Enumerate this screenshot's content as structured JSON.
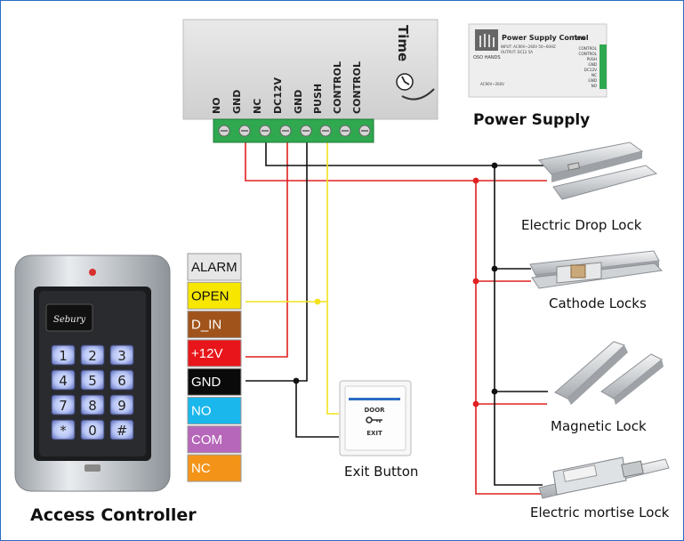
{
  "power_supply": {
    "caption": "Power Supply",
    "brand": "Time",
    "terminals": [
      "NO",
      "GND",
      "NC",
      "DC12V",
      "GND",
      "PUSH",
      "CONTROL",
      "CONTROL"
    ],
    "photo_label": "Power Supply Control",
    "photo_brand": "Time",
    "photo_maker": "OSO HANDS",
    "photo_input": "INPUT: AC90V~260V 50~60HZ",
    "photo_output": "OUTPUT: DC12 5A",
    "photo_terminals": [
      "CONTROL",
      "CONTROL",
      "PUSH",
      "GND",
      "DC12V",
      "NC",
      "GND",
      "NO"
    ],
    "photo_ac_label": "AC90V~260V"
  },
  "access_controller": {
    "caption": "Access Controller",
    "brand": "Sebury",
    "keys": [
      "1",
      "2",
      "3",
      "4",
      "5",
      "6",
      "7",
      "8",
      "9",
      "*",
      "0",
      "#"
    ]
  },
  "wire_labels": [
    {
      "text": "ALARM",
      "bg": "#e6e6e6",
      "fg": "#111111"
    },
    {
      "text": "OPEN",
      "bg": "#f6e600",
      "fg": "#111111"
    },
    {
      "text": "D_IN",
      "bg": "#a0541c",
      "fg": "#ffffff"
    },
    {
      "text": "+12V",
      "bg": "#e8161a",
      "fg": "#ffffff"
    },
    {
      "text": "GND",
      "bg": "#0a0a0a",
      "fg": "#ffffff"
    },
    {
      "text": "NO",
      "bg": "#19b7ec",
      "fg": "#ffffff"
    },
    {
      "text": "COM",
      "bg": "#b667b9",
      "fg": "#ffffff"
    },
    {
      "text": "NC",
      "bg": "#f39419",
      "fg": "#ffffff"
    }
  ],
  "exit_button": {
    "caption": "Exit Button",
    "line1": "DOOR",
    "line2": "EXIT"
  },
  "locks": [
    {
      "caption": "Electric Drop Lock"
    },
    {
      "caption": "Cathode Locks"
    },
    {
      "caption": "Magnetic Lock"
    },
    {
      "caption": "Electric mortise Lock"
    }
  ],
  "colors": {
    "red_wire": "#e02020",
    "black_wire": "#111111",
    "yellow_wire": "#f2e21c",
    "terminal_green": "#2fa84f",
    "frame_blue": "#2b6cc4"
  }
}
